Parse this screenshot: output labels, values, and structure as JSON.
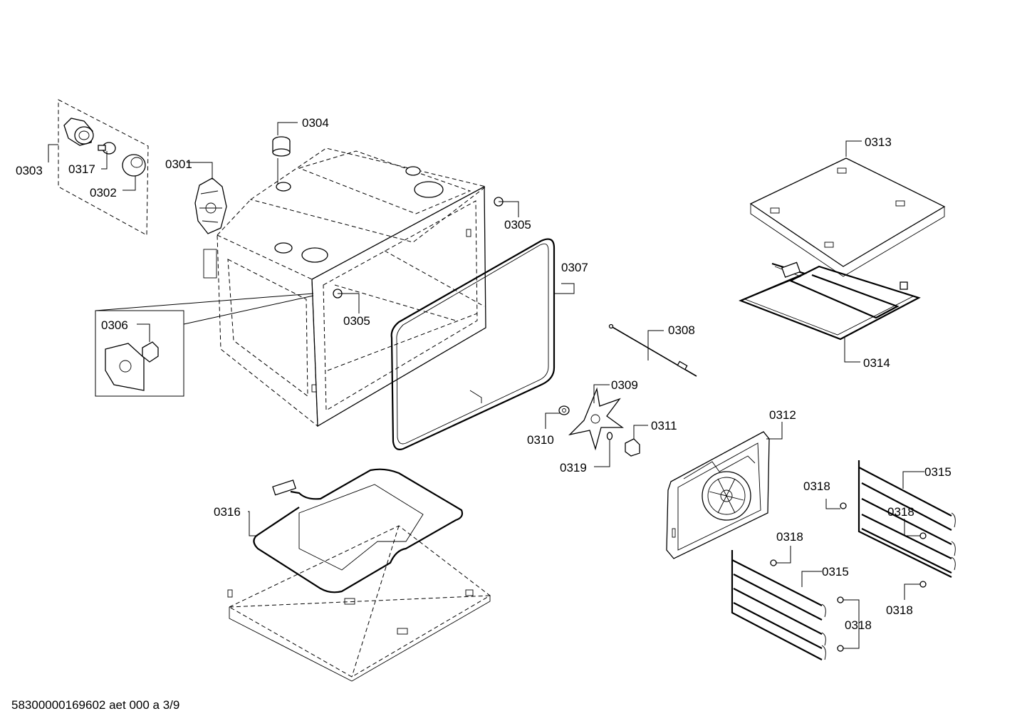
{
  "labels": {
    "p0301": "0301",
    "p0302": "0302",
    "p0303": "0303",
    "p0304": "0304",
    "p0305a": "0305",
    "p0305b": "0305",
    "p0306": "0306",
    "p0307": "0307",
    "p0308": "0308",
    "p0309": "0309",
    "p0310": "0310",
    "p0311": "0311",
    "p0312": "0312",
    "p0313": "0313",
    "p0314": "0314",
    "p0315a": "0315",
    "p0315b": "0315",
    "p0316": "0316",
    "p0317": "0317",
    "p0318a": "0318",
    "p0318b": "0318",
    "p0318c": "0318",
    "p0318d": "0318",
    "p0318e": "0318",
    "p0319": "0319"
  },
  "footer": "58300000169602 aet 000 a 3/9"
}
